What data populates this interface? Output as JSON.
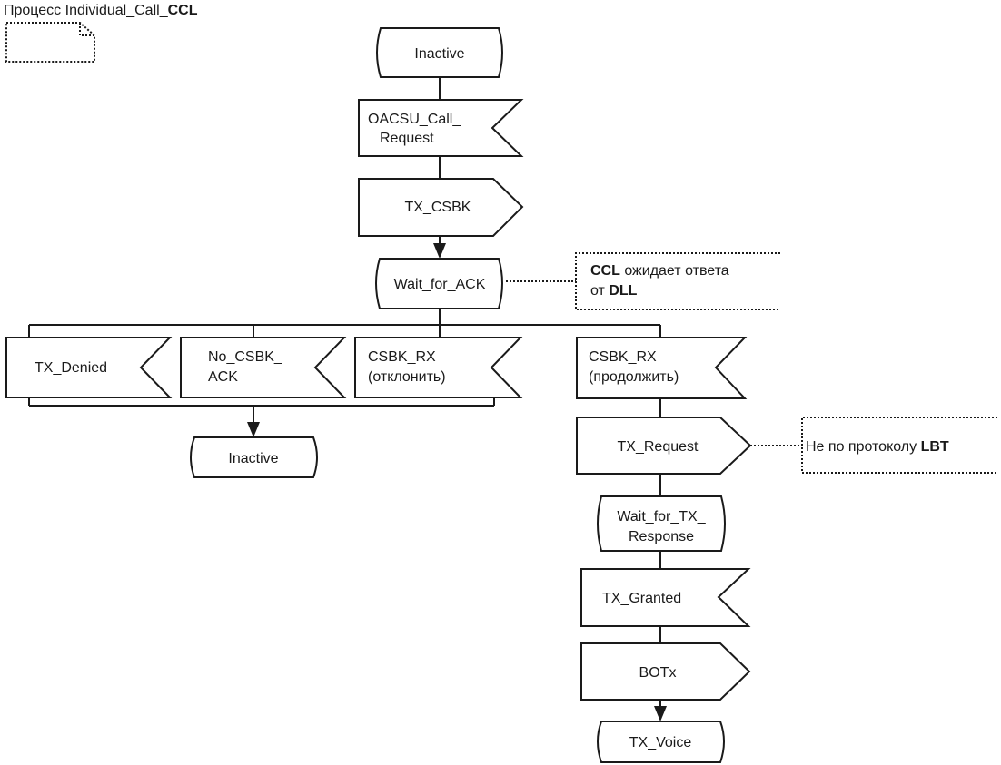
{
  "title": {
    "prefix": "Процесс ",
    "name": "Individual_Call_",
    "suffix": "CCL"
  },
  "states": {
    "inactive_top": "Inactive",
    "wait_for_ack": "Wait_for_ACK",
    "inactive_left": "Inactive",
    "wait_for_tx_response_1": "Wait_for_TX_",
    "wait_for_tx_response_2": "Response",
    "tx_voice": "TX_Voice"
  },
  "inputs": {
    "oacsu_call_request_1": "OACSU_Call_",
    "oacsu_call_request_2": "Request",
    "tx_denied": "TX_Denied",
    "no_csbk_ack_1": "No_CSBK_",
    "no_csbk_ack_2": "ACK",
    "csbk_rx_reject_1": "CSBK_RX",
    "csbk_rx_reject_2": "(отклонить)",
    "csbk_rx_continue_1": "CSBK_RX",
    "csbk_rx_continue_2": "(продолжить)",
    "tx_granted": "TX_Granted"
  },
  "outputs": {
    "tx_csbk": "TX_CSBK",
    "tx_request": "TX_Request",
    "botx": "BOTx"
  },
  "comments": {
    "ccl_waits_1_prefix": "CCL",
    "ccl_waits_1_suffix": " ожидает ответа",
    "ccl_waits_2_prefix": "от ",
    "ccl_waits_2_suffix": "DLL",
    "lbt_prefix": "Не по протоколу ",
    "lbt_suffix": "LBT"
  }
}
